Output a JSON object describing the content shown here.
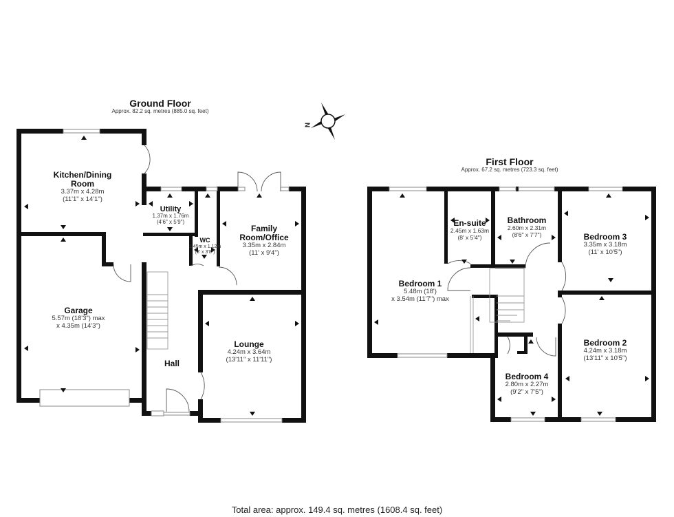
{
  "ground_floor": {
    "title": "Ground Floor",
    "area": "Approx. 82.2 sq. metres (885.0 sq. feet)",
    "rooms": {
      "kitchen": {
        "name_line1": "Kitchen/Dining",
        "name_line2": "Room",
        "dim_m": "3.37m x 4.28m",
        "dim_ft": "(11'1\" x 14'1\")"
      },
      "utility": {
        "name": "Utility",
        "dim_m": "1.37m x 1.76m",
        "dim_ft": "(4'6\" x 5'9\")"
      },
      "wc": {
        "name": "WC",
        "dim_m": "1.45m x 1.12m",
        "dim_ft": "(8' x 3'8\")"
      },
      "family": {
        "name_line1": "Family",
        "name_line2": "Room/Office",
        "dim_m": "3.35m x 2.84m",
        "dim_ft": "(11' x 9'4\")"
      },
      "garage": {
        "name": "Garage",
        "dim_m": "5.57m (18'3\") max",
        "dim_ft": "x 4.35m (14'3\")"
      },
      "hall": {
        "name": "Hall"
      },
      "lounge": {
        "name": "Lounge",
        "dim_m": "4.24m x 3.64m",
        "dim_ft": "(13'11\" x 11'11\")"
      }
    }
  },
  "first_floor": {
    "title": "First Floor",
    "area": "Approx. 67.2 sq. metres (723.3 sq. feet)",
    "rooms": {
      "bedroom1": {
        "name": "Bedroom 1",
        "dim_m": "5.48m (18')",
        "dim_ft": "x 3.54m (11'7\") max"
      },
      "ensuite": {
        "name": "En-suite",
        "dim_m": "2.45m x 1.63m",
        "dim_ft": "(8' x 5'4\")"
      },
      "bathroom": {
        "name": "Bathroom",
        "dim_m": "2.60m x 2.31m",
        "dim_ft": "(8'6\" x 7'7\")"
      },
      "bedroom3": {
        "name": "Bedroom 3",
        "dim_m": "3.35m x 3.18m",
        "dim_ft": "(11' x 10'5\")"
      },
      "bedroom2": {
        "name": "Bedroom 2",
        "dim_m": "4.24m x 3.18m",
        "dim_ft": "(13'11\" x 10'5\")"
      },
      "bedroom4": {
        "name": "Bedroom 4",
        "dim_m": "2.80m x 2.27m",
        "dim_ft": "(9'2\" x 7'5\")"
      }
    }
  },
  "compass": {
    "icon": "compass-icon",
    "label": "N"
  },
  "total_area": "Total area: approx. 149.4 sq. metres (1608.4 sq. feet)",
  "colors": {
    "wall": "#111111",
    "window": "#bbbbbb",
    "text": "#222222",
    "background": "#ffffff"
  }
}
